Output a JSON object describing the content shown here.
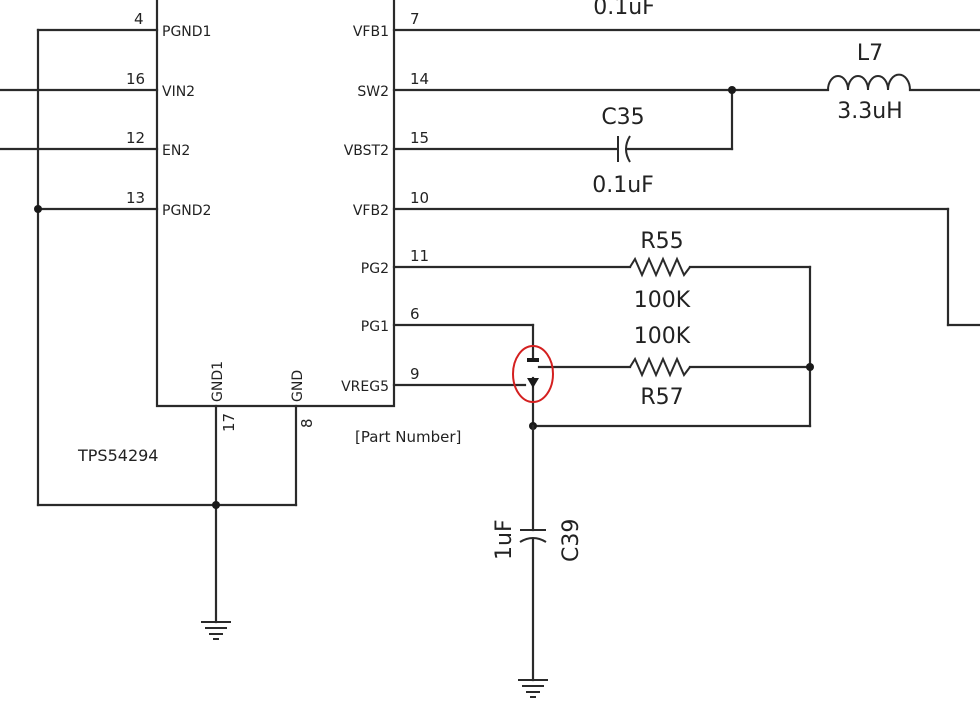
{
  "ic": {
    "name": "TPS54294",
    "part_number": "[Part Number]",
    "left_pins": [
      {
        "num": "4",
        "label": "PGND1"
      },
      {
        "num": "16",
        "label": "VIN2"
      },
      {
        "num": "12",
        "label": "EN2"
      },
      {
        "num": "13",
        "label": "PGND2"
      }
    ],
    "right_pins": [
      {
        "num": "7",
        "label": "VFB1"
      },
      {
        "num": "14",
        "label": "SW2"
      },
      {
        "num": "15",
        "label": "VBST2"
      },
      {
        "num": "10",
        "label": "VFB2"
      },
      {
        "num": "11",
        "label": "PG2"
      },
      {
        "num": "6",
        "label": "PG1"
      },
      {
        "num": "9",
        "label": "VREG5"
      }
    ],
    "bottom_pins": [
      {
        "num": "17",
        "label": "GND1"
      },
      {
        "num": "8",
        "label": "GND"
      }
    ]
  },
  "components": {
    "top_cap_value": "0.1uF",
    "L7": {
      "ref": "L7",
      "value": "3.3uH"
    },
    "C35": {
      "ref": "C35",
      "value": "0.1uF"
    },
    "R55": {
      "ref": "R55",
      "value": "100K"
    },
    "R57": {
      "ref": "R57",
      "value": "100K"
    },
    "C39": {
      "ref": "C39",
      "value": "1uF"
    }
  },
  "colors": {
    "wire": "#2a2a2a",
    "highlight": "#d42020"
  }
}
